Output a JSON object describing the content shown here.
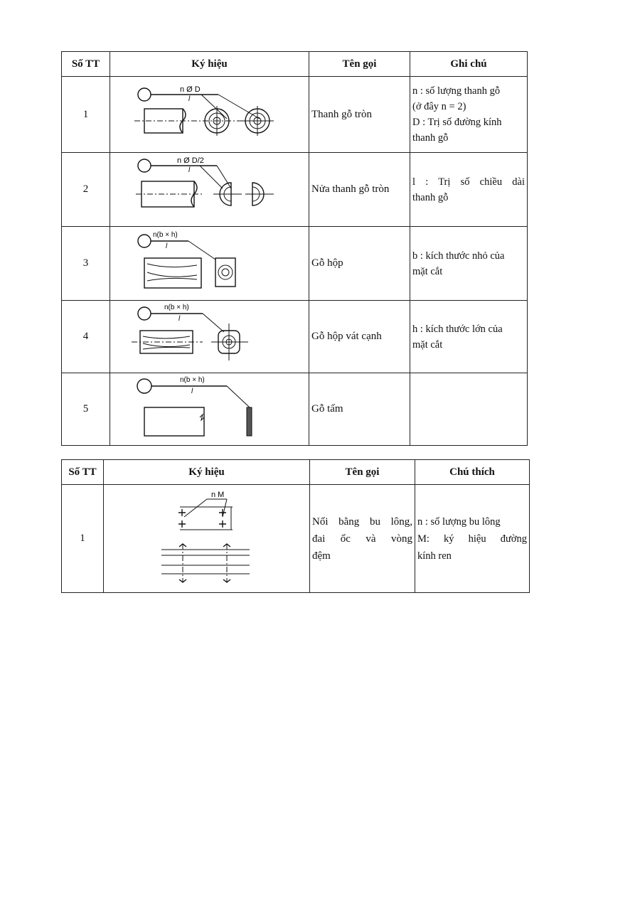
{
  "table1": {
    "headers": [
      "Số TT",
      "Ký hiệu",
      "Tên gọi",
      "Ghi chú"
    ],
    "rows": [
      {
        "stt": "1",
        "symbol_label": "n Ø D",
        "symbol_sub": "l",
        "name": "Thanh gỗ tròn",
        "note_lines": [
          "n : số lượng thanh gỗ",
          "(ở đây n = 2)",
          "D : Trị số đường kính",
          "thanh gỗ"
        ]
      },
      {
        "stt": "2",
        "symbol_label": "n Ø D/2",
        "symbol_sub": "l",
        "name": "Nửa thanh gỗ tròn",
        "note_lines": [
          "l : Trị số chiều dài",
          "thanh gỗ"
        ]
      },
      {
        "stt": "3",
        "symbol_label": "n(b × h)",
        "symbol_sub": "l",
        "name": "Gỗ hộp",
        "note_lines": [
          "b : kích thước nhỏ của",
          "mặt cắt"
        ]
      },
      {
        "stt": "4",
        "symbol_label": "n(b × h)",
        "symbol_sub": "l",
        "name": "Gỗ hộp vát cạnh",
        "note_lines": [
          "h : kích thước lớn của",
          "mặt cắt"
        ]
      },
      {
        "stt": "5",
        "symbol_label": "n(b × h)",
        "symbol_sub": "l",
        "name": "Gỗ tấm",
        "note_lines": []
      }
    ]
  },
  "table2": {
    "headers": [
      "Số TT",
      "Ký hiệu",
      "Tên gọi",
      "Chú thích"
    ],
    "rows": [
      {
        "stt": "1",
        "symbol_label": "n M",
        "name_lines": [
          "Nối bằng bu lông,",
          "đai ốc và vòng",
          "đệm"
        ],
        "note_lines": [
          "n : số lượng bu lông",
          "M: ký hiệu đường",
          "kính ren"
        ]
      }
    ]
  }
}
